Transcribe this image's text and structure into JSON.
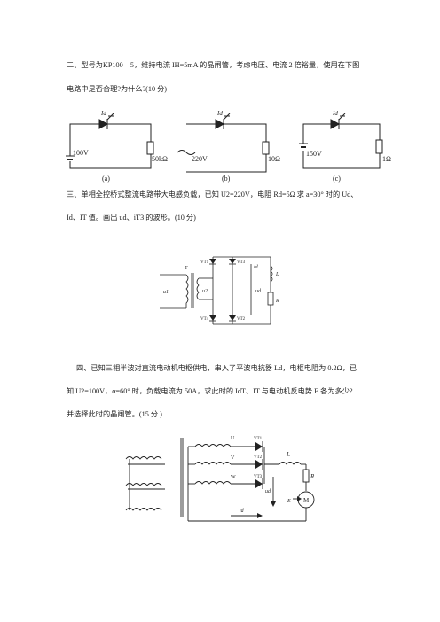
{
  "q2": {
    "line1": "二、型号为KP100—5，维持电流 IH=5mA 的晶闸管，考虑电压、电流 2 倍裕量，使用在下图",
    "line2": "电路中是否合理?为什么?(10 分)"
  },
  "circuit_a": {
    "current": "Id",
    "voltage": "100V",
    "resistor": "50kΩ",
    "caption": "(a)"
  },
  "circuit_b": {
    "current": "Id",
    "voltage": "220V",
    "resistor": "10Ω",
    "caption": "(b)"
  },
  "circuit_c": {
    "current": "Id",
    "voltage": "150V",
    "resistor": "1Ω",
    "caption": "(c)"
  },
  "q3": {
    "line1": "三、单相全控桥式整流电路带大电感负载，已知 U2=220V，电阻 Rd=5Ω  求 a=30° 时的 Ud、",
    "line2": "Id、IT 值。画出 ud、iT3 的波形。(10 分)"
  },
  "bridge": {
    "transformer": "T",
    "u1": "u1",
    "u2": "u2",
    "ud": "ud",
    "id": "id",
    "L": "L",
    "R": "R",
    "vt1": "VT1",
    "vt2": "VT2",
    "vt3": "VT3",
    "vt4": "VT4"
  },
  "q4": {
    "line1": "四、已知三相半波对直流电动机电枢供电，串入了平波电抗器 Ld，电枢电阻为 0.2Ω，已",
    "line2": "知 U2=100V，α=60° 时，负载电流为 50A，求此时的 IdT、IT 与电动机反电势 E 各为多少?",
    "line3": "并选择此时的晶闸管。(15 分 )"
  },
  "threephase": {
    "U": "U",
    "V": "V",
    "W": "W",
    "vt1": "VT1",
    "vt2": "VT2",
    "vt3": "VT3",
    "L": "L",
    "R": "R",
    "E": "E",
    "M": "M",
    "ud": "ud",
    "id": "id"
  }
}
